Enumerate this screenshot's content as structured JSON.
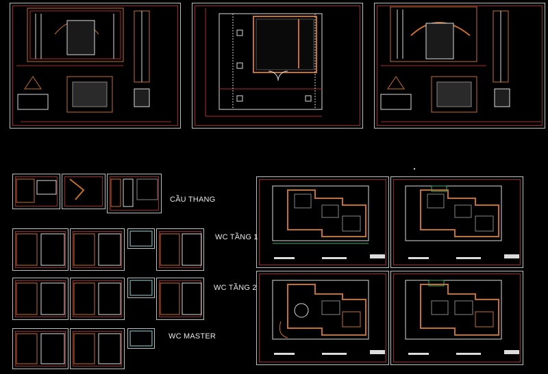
{
  "labels": {
    "cau_thang": "CẦU THANG",
    "wc_tang_1": "WC TẦNG 1",
    "wc_tang_2": "WC TẦNG 2",
    "wc_master": "WC MASTER"
  },
  "colors": {
    "background": "#000000",
    "sheet_border": "#c0c0c0",
    "wall": "#c8702a",
    "line_red": "#b02a2a",
    "line_white": "#dcdcdc",
    "line_cyan": "#3fc7c7",
    "line_green": "#3cb371",
    "label_text": "#e8e8e8"
  }
}
